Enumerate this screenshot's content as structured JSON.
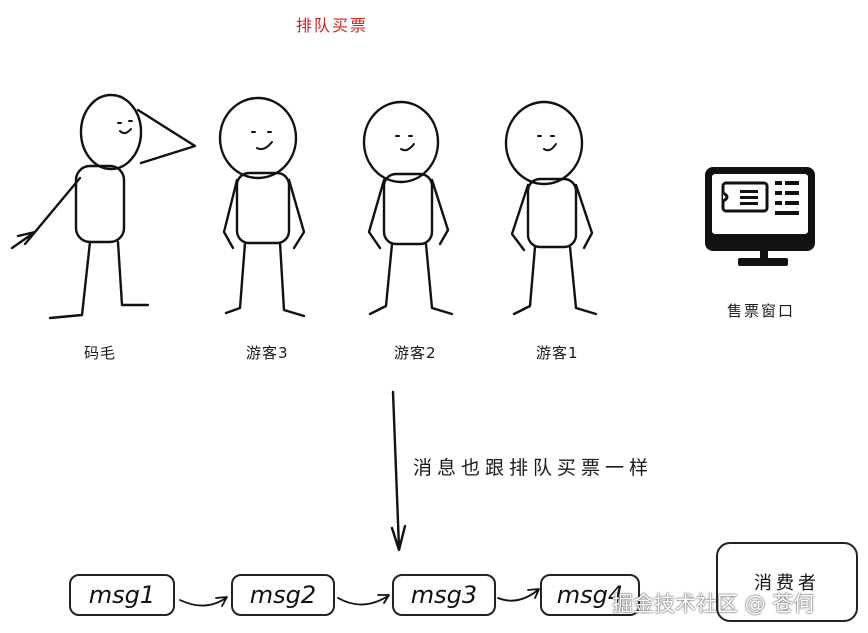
{
  "title": "排队买票",
  "people": [
    {
      "name": "码毛"
    },
    {
      "name": "游客3"
    },
    {
      "name": "游客2"
    },
    {
      "name": "游客1"
    }
  ],
  "ticket_window": {
    "label": "售票窗口",
    "icon": "ticket-monitor-icon"
  },
  "queue_note": "消息也跟排队买票一样",
  "messages": [
    {
      "label": "msg1"
    },
    {
      "label": "msg2"
    },
    {
      "label": "msg3"
    },
    {
      "label": "msg4"
    }
  ],
  "consumer": {
    "label": "消费者"
  },
  "watermark": "掘金技术社区 @ 苍何",
  "colors": {
    "title": "#d01f1f",
    "ink": "#111111"
  }
}
